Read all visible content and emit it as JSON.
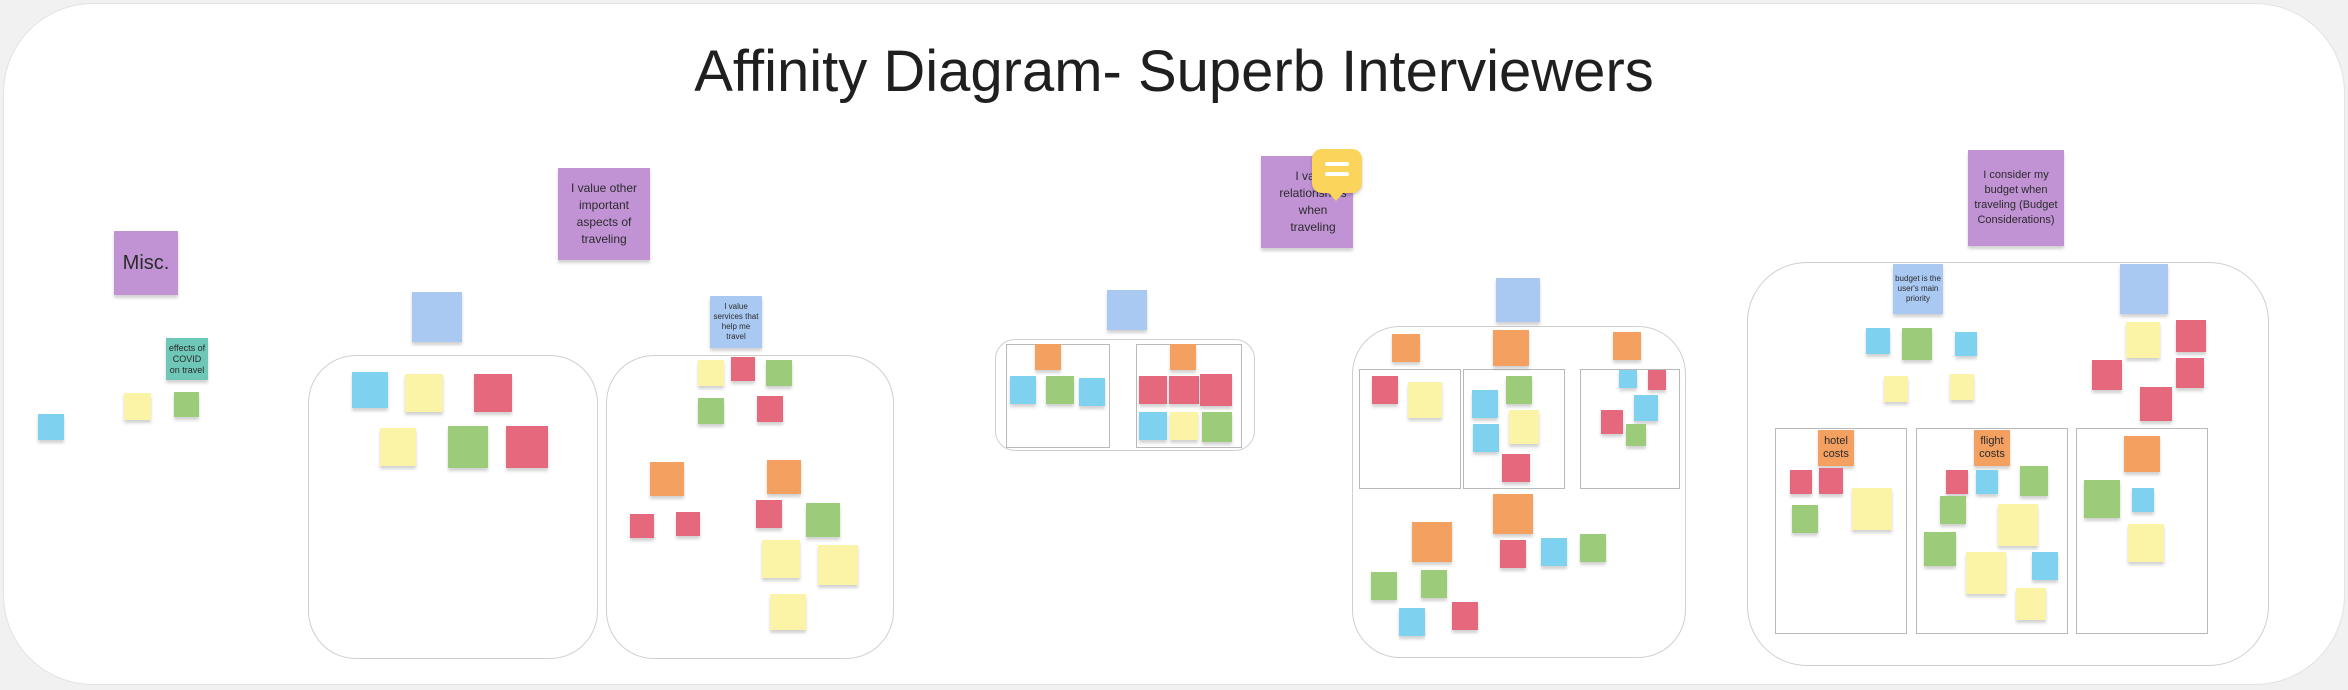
{
  "title": "Affinity Diagram- Superb Interviewers",
  "colors": {
    "purple": "#c193d5",
    "blue": "#a9c9f2",
    "light_blue": "#7fd1f0",
    "teal": "#6fc7b8",
    "yellow": "#fbf3a6",
    "green": "#9ccb7a",
    "red": "#e5687d",
    "orange": "#f3a061",
    "comment": "#fbd45b"
  },
  "headers": {
    "misc": "Misc.",
    "aspects": "I value other important aspects of traveling",
    "relationships": "I value relationships when traveling",
    "budget": "I consider my budget when traveling (Budget Considerations)"
  },
  "groups": {
    "covid": "effects of COVID on travel",
    "services": "I value services that help me travel",
    "budget_priority": "budget is the user's main priority",
    "hotel_costs": "hotel costs",
    "flight_costs": "flight costs"
  },
  "comment_icon": "comment-icon"
}
